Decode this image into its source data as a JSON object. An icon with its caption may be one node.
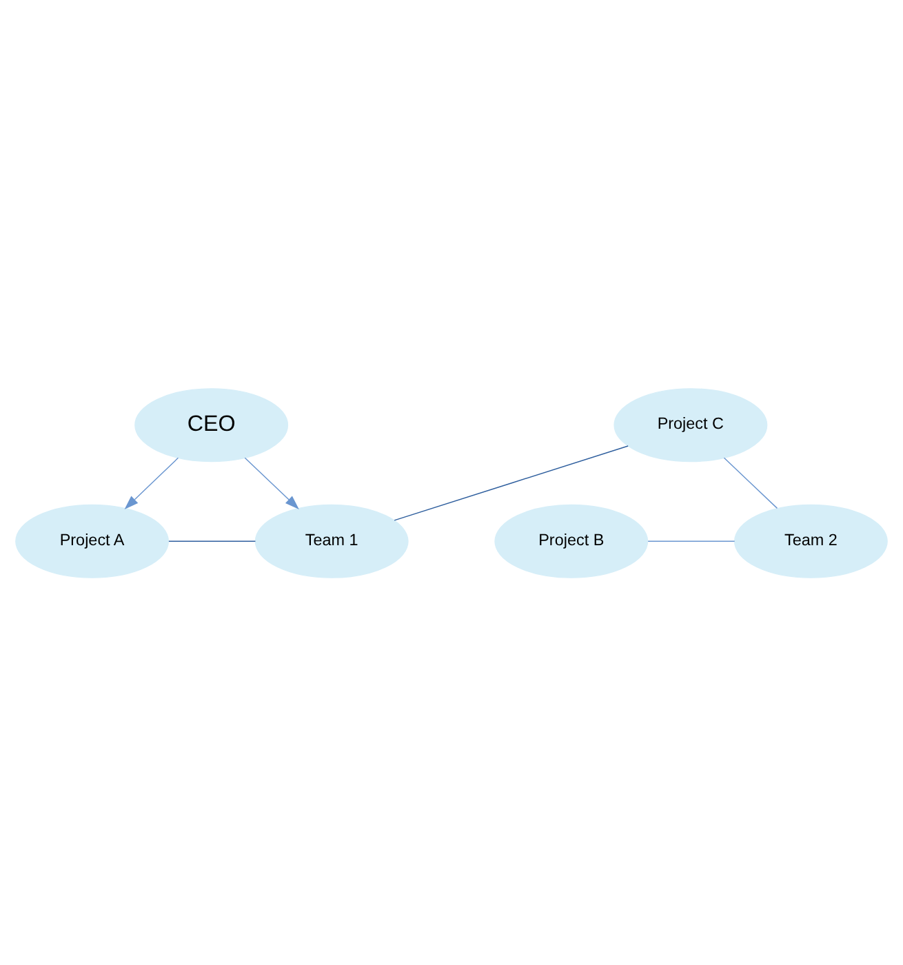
{
  "diagram": {
    "nodes": [
      {
        "text": [
          "CEO"
        ]
      },
      {
        "text": [
          "Project A"
        ]
      },
      {
        "text": [
          "Team 1"
        ]
      },
      {
        "text": [
          "Project B"
        ]
      },
      {
        "text": [
          "Team 2"
        ]
      },
      {
        "text": [
          "Project C"
        ]
      }
    ],
    "edges": [
      {
        "from": 0,
        "to": 1,
        "arrow": "to"
      },
      {
        "from": 0,
        "to": 2,
        "arrow": "to"
      },
      {
        "from": 1,
        "to": 2,
        "arrow": "none",
        "color": "#2f5f9e"
      },
      {
        "from": 3,
        "to": 4,
        "arrow": "none"
      },
      {
        "from": 5,
        "to": 2,
        "arrow": "none",
        "color": "#2f5f9e"
      },
      {
        "from": 5,
        "to": 4,
        "arrow": "none"
      }
    ]
  }
}
